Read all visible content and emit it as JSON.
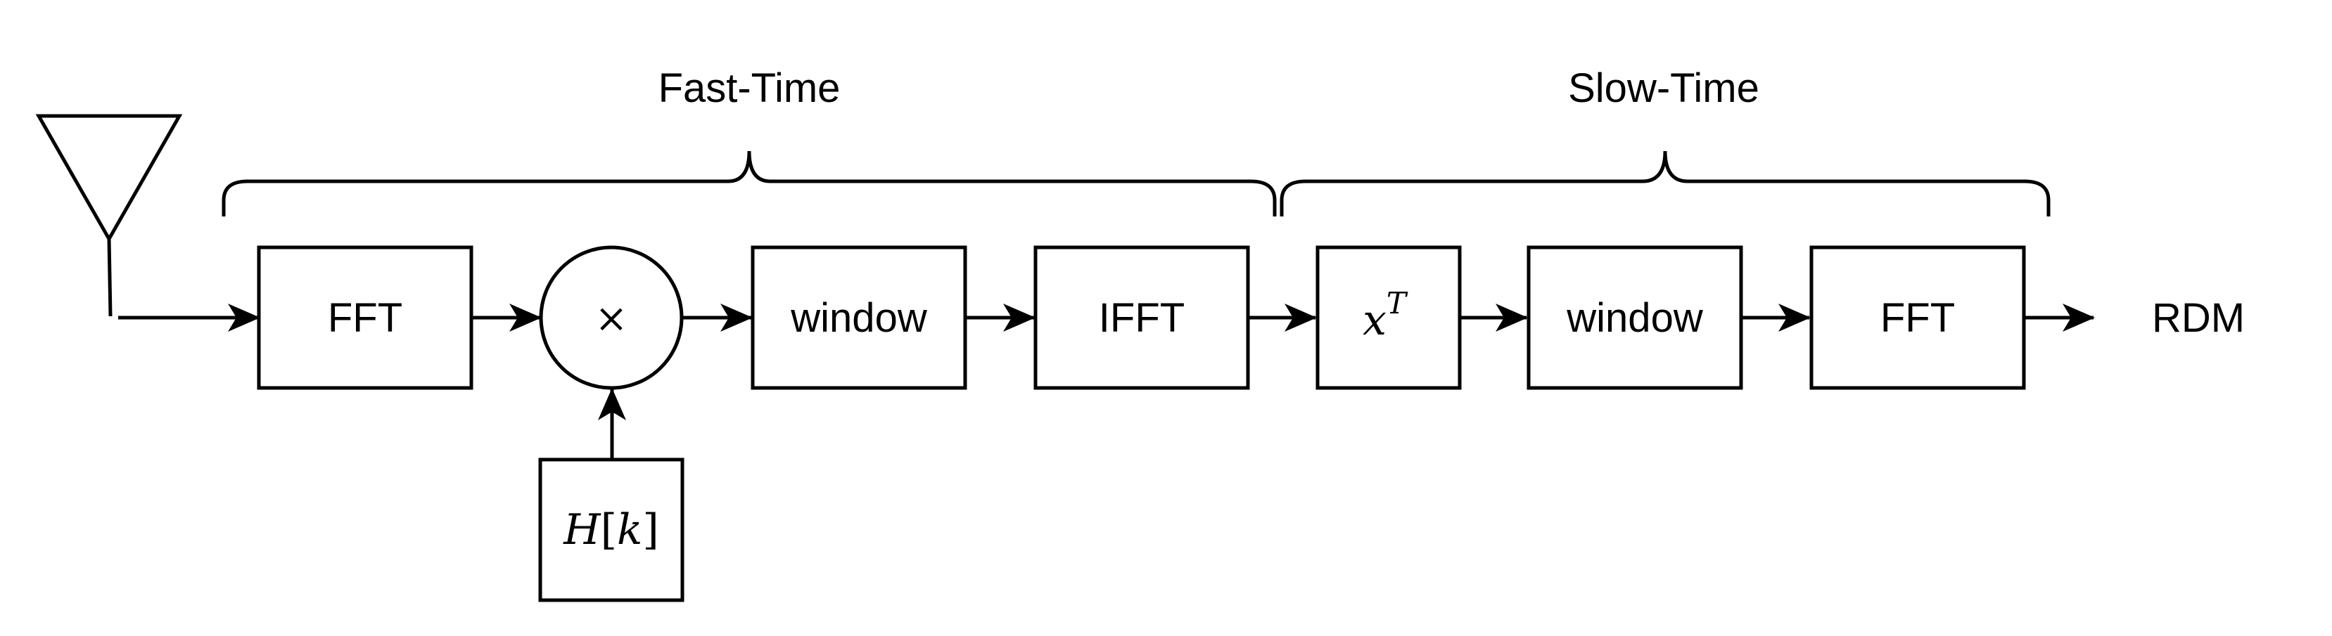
{
  "colors": {
    "stroke": "#000000",
    "background": "#ffffff"
  },
  "icons": {
    "antenna": "antenna-icon",
    "multiply": "multiply-icon"
  },
  "labels": {
    "fast_time": "Fast-Time",
    "slow_time": "Slow-Time",
    "output": "RDM"
  },
  "blocks": {
    "fft1": "FFT",
    "multiply": "×",
    "window1": "window",
    "ifft": "IFFT",
    "transpose_base": "x",
    "transpose_sup": "T",
    "window2": "window",
    "fft2": "FFT",
    "filter_H": "H",
    "filter_open": "[",
    "filter_k": "k",
    "filter_close": "]"
  }
}
